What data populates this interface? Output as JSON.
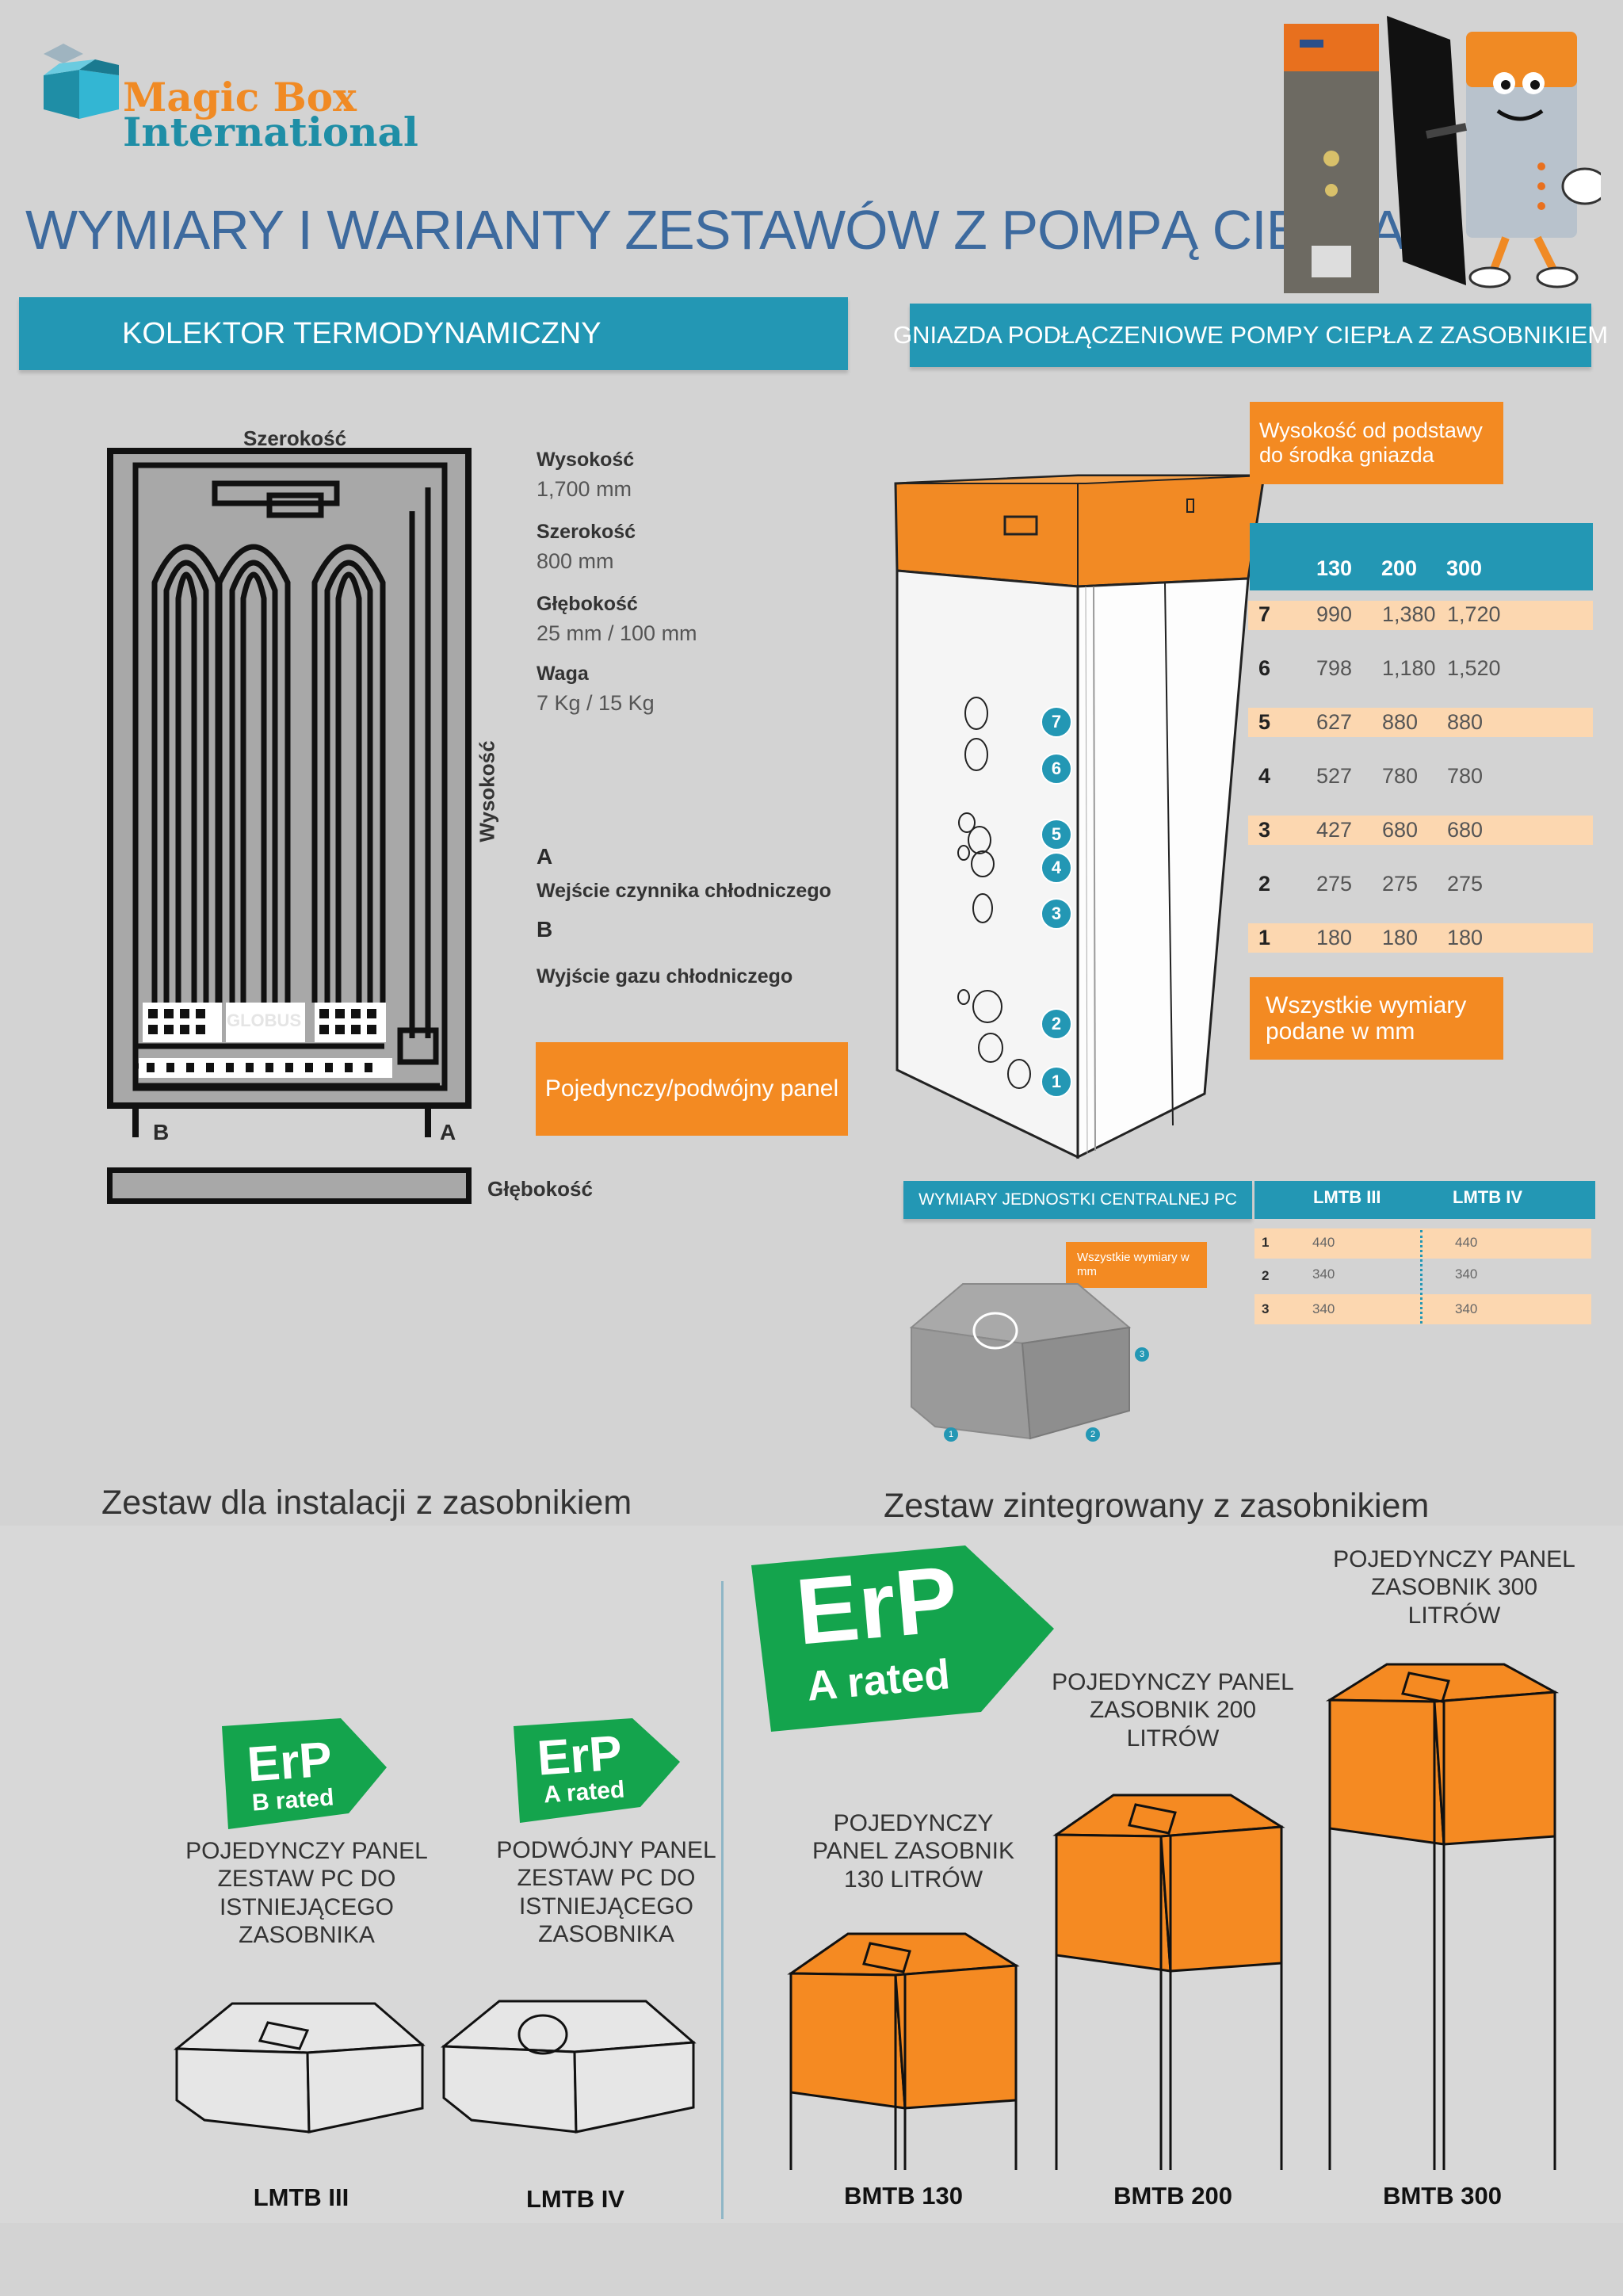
{
  "brand": {
    "name_line1": "Magic Box",
    "name_line2": "International"
  },
  "title": "WYMIARY I WARIANTY ZESTAWÓW Z POMPĄ CIEPŁA",
  "left_section": {
    "header": "KOLEKTOR TERMODYNAMICZNY",
    "diagram": {
      "width_label": "Szerokość",
      "height_label": "Wysokość",
      "depth_label": "Głębokość",
      "brand_mark": "GLOBUS",
      "port_a": "A",
      "port_b": "B"
    },
    "specs": [
      {
        "label": "Wysokość",
        "value": "1,700 mm"
      },
      {
        "label": "Szerokość",
        "value": "800 mm"
      },
      {
        "label": "Głębokość",
        "value": "25 mm / 100 mm"
      },
      {
        "label": "Waga",
        "value": "7 Kg / 15 Kg"
      }
    ],
    "ports": [
      {
        "letter": "A",
        "desc": "Wejście czynnika chłodniczego"
      },
      {
        "letter": "B",
        "desc": "Wyjście gazu chłodniczego"
      }
    ],
    "panel_note": "Pojedynczy/podwójny panel"
  },
  "right_section": {
    "header": "GNIAZDA PODŁĄCZENIOWE POMPY CIEPŁA Z ZASOBNIKIEM",
    "height_note": "Wysokość od podstawy do środka gniazda",
    "table": {
      "columns": [
        "130",
        "200",
        "300"
      ],
      "rows": [
        {
          "n": "7",
          "v": [
            "990",
            "1,380",
            "1,720"
          ]
        },
        {
          "n": "6",
          "v": [
            "798",
            "1,180",
            "1,520"
          ]
        },
        {
          "n": "5",
          "v": [
            "627",
            "880",
            "880"
          ]
        },
        {
          "n": "4",
          "v": [
            "527",
            "780",
            "780"
          ]
        },
        {
          "n": "3",
          "v": [
            "427",
            "680",
            "680"
          ]
        },
        {
          "n": "2",
          "v": [
            "275",
            "275",
            "275"
          ]
        },
        {
          "n": "1",
          "v": [
            "180",
            "180",
            "180"
          ]
        }
      ]
    },
    "units_note": "Wszystkie wymiary podane w mm",
    "socket_numbers": [
      "7",
      "6",
      "5",
      "4",
      "3",
      "2",
      "1"
    ],
    "central_unit": {
      "header": "WYMIARY JEDNOSTKI CENTRALNEJ PC",
      "columns": [
        "LMTB III",
        "LMTB IV"
      ],
      "rows": [
        {
          "n": "1",
          "v": [
            "440",
            "440"
          ]
        },
        {
          "n": "2",
          "v": [
            "340",
            "340"
          ]
        },
        {
          "n": "3",
          "v": [
            "340",
            "340"
          ]
        }
      ],
      "units_note": "Wszystkie wymiary w mm",
      "dims": [
        "1",
        "2",
        "3"
      ]
    }
  },
  "kits_existing": {
    "heading": "Zestaw dla instalacji z zasobnikiem",
    "items": [
      {
        "badge_main": "ErP",
        "badge_sub": "B rated",
        "label": "POJEDYNCZY PANEL ZESTAW PC DO ISTNIEJĄCEGO ZASOBNIKA",
        "product": "LMTB III"
      },
      {
        "badge_main": "ErP",
        "badge_sub": "A rated",
        "label": "PODWÓJNY PANEL ZESTAW PC DO ISTNIEJĄCEGO ZASOBNIKA",
        "product": "LMTB IV"
      }
    ]
  },
  "kits_integrated": {
    "heading": "Zestaw zintegrowany z zasobnikiem",
    "badge_main": "ErP",
    "badge_sub": "A rated",
    "items": [
      {
        "label": "POJEDYNCZY PANEL ZASOBNIK 130 LITRÓW",
        "product": "BMTB 130"
      },
      {
        "label": "POJEDYNCZY PANEL ZASOBNIK 200 LITRÓW",
        "product": "BMTB 200"
      },
      {
        "label": "POJEDYNCZY PANEL ZASOBNIK 300 LITRÓW",
        "product": "BMTB 300"
      }
    ]
  },
  "colors": {
    "accent_blue": "#2397b4",
    "accent_orange": "#f38a22",
    "erp_green": "#14a44d",
    "title_blue": "#3d6a9e"
  }
}
